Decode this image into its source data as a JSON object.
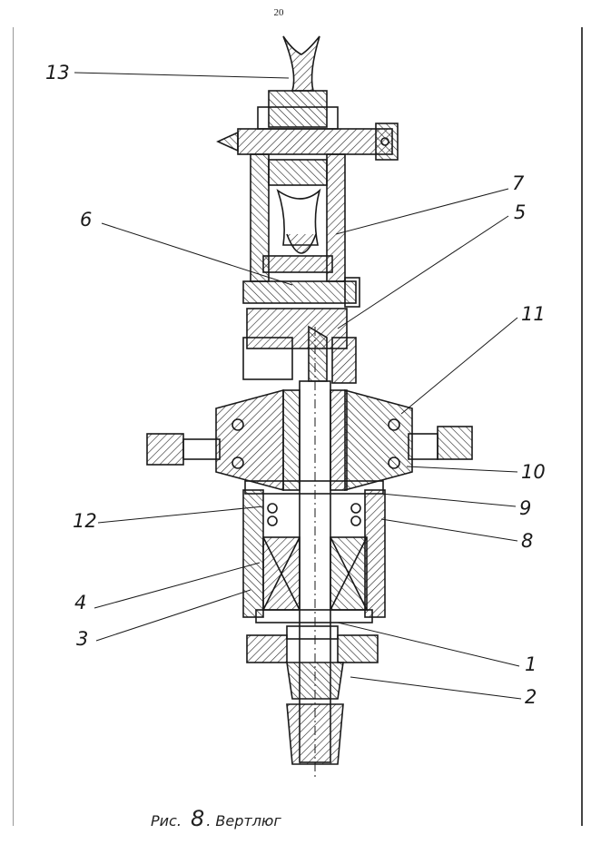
{
  "page_number": "20",
  "callouts": {
    "n13": "13",
    "n7": "7",
    "n5": "5",
    "n6": "6",
    "n11": "11",
    "n10": "10",
    "n9": "9",
    "n12": "12",
    "n8": "8",
    "n4": "4",
    "n3": "3",
    "n1": "1",
    "n2": "2"
  },
  "caption": {
    "prefix": "Рис.",
    "number": "8",
    "title": ". Вертлюг"
  }
}
